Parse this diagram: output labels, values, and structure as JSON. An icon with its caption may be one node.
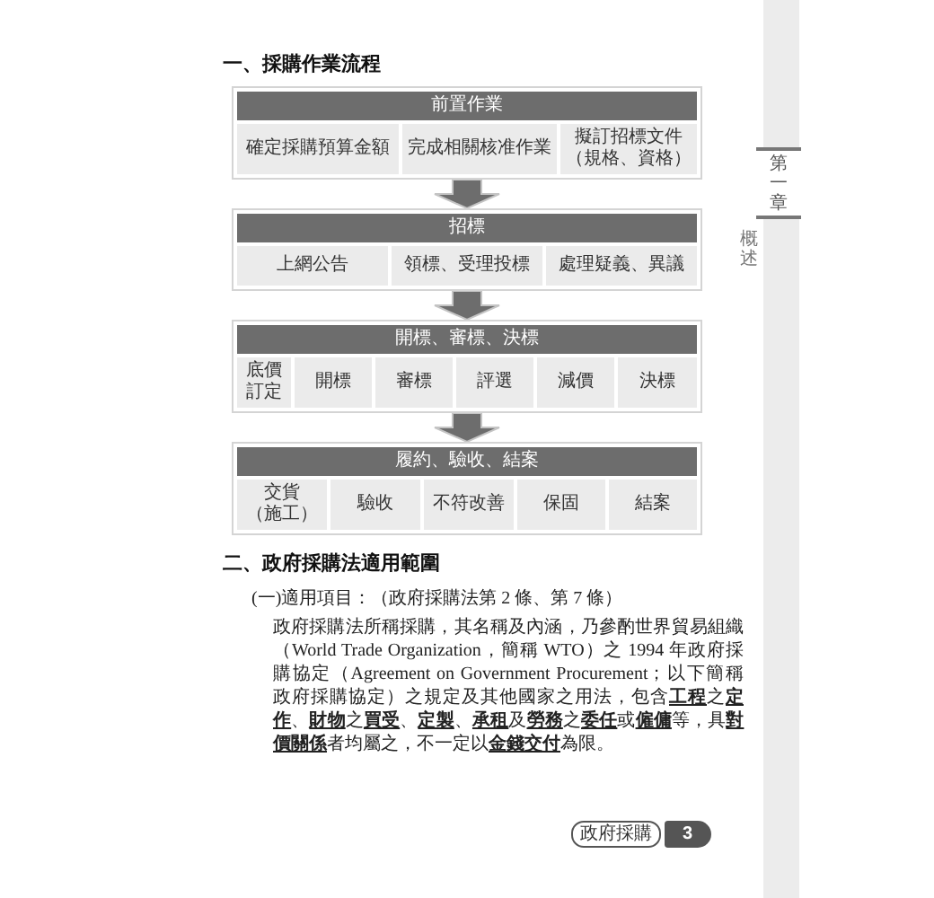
{
  "diagram": {
    "nodes": [
      {
        "text": [
          "前置作業"
        ]
      },
      {
        "text": [
          "確定採購預算金額"
        ],
        "in": 0
      },
      {
        "text": [
          "完成相關核准作業"
        ],
        "in": 0
      },
      {
        "text": [
          "擬訂招標文件（規格、資格）"
        ],
        "in": 0
      },
      {
        "text": [
          "招標"
        ]
      },
      {
        "text": [
          "上網公告"
        ],
        "in": 4
      },
      {
        "text": [
          "領標、受理投標"
        ],
        "in": 4
      },
      {
        "text": [
          "處理疑義、異議"
        ],
        "in": 4
      },
      {
        "text": [
          "開標、審標、決標"
        ]
      },
      {
        "text": [
          "底價訂定"
        ],
        "in": 8
      },
      {
        "text": [
          "開標"
        ],
        "in": 8
      },
      {
        "text": [
          "審標"
        ],
        "in": 8
      },
      {
        "text": [
          "評選"
        ],
        "in": 8
      },
      {
        "text": [
          "減價"
        ],
        "in": 8
      },
      {
        "text": [
          "決標"
        ],
        "in": 8
      },
      {
        "text": [
          "履約、驗收、結案"
        ]
      },
      {
        "text": [
          "交貨（施工）"
        ],
        "in": 15
      },
      {
        "text": [
          "驗收"
        ],
        "in": 15
      },
      {
        "text": [
          "不符改善"
        ],
        "in": 15
      },
      {
        "text": [
          "保固"
        ],
        "in": 15
      },
      {
        "text": [
          "結案"
        ],
        "in": 15
      }
    ],
    "edges": [
      {
        "from": 0,
        "to": 4,
        "arrow": "to"
      },
      {
        "from": 4,
        "to": 8,
        "arrow": "to"
      },
      {
        "from": 8,
        "to": 15,
        "arrow": "to"
      }
    ],
    "labels": [
      "一、採購作業流程",
      "二、政府採購法適用範圍",
      "(一)適用項目：（政府採購法第 2 條、第 7 條）",
      "政府採購法所稱採購，其名稱及內涵，乃參酌世界貿易組織（World Trade Organization，簡稱 WTO）之 1994 年政府採購協定（Agreement on Government Procurement；以下簡稱政府採購協定）之規定及其他國家之用法，包含**工程**之**定作**、**財物**之**買受**、**定製**、**承租**及**勞務**之**委任**或**僱傭**等，具**對價關係**者均屬之，不一定以**金錢交付**為限。",
      "第一章",
      "概述",
      "政府採購",
      "3"
    ]
  }
}
